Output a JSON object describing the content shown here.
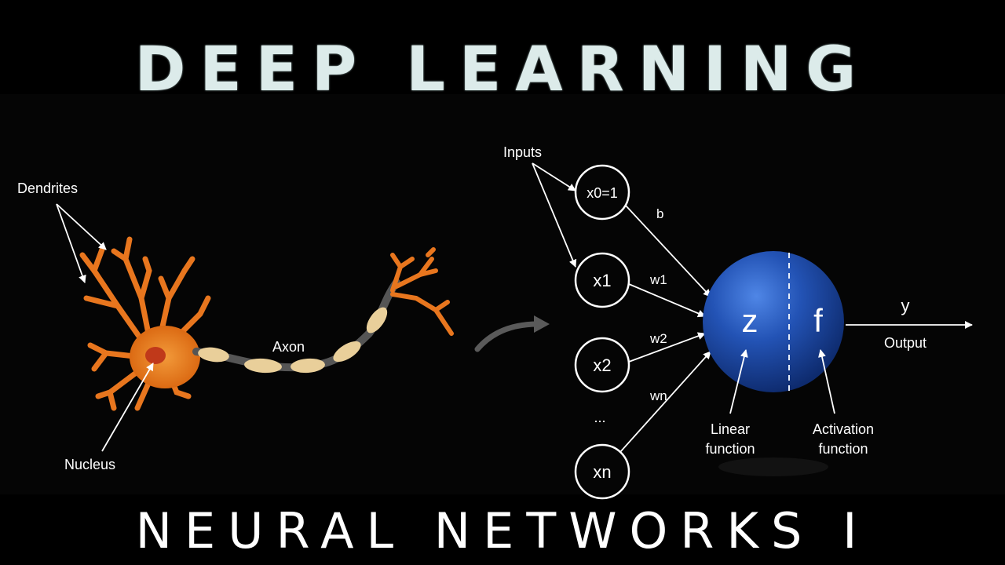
{
  "header": {
    "title": "DEEP LEARNING"
  },
  "footer": {
    "title": "NEURAL NETWORKS I"
  },
  "neuron": {
    "labels": {
      "dendrites": "Dendrites",
      "axon": "Axon",
      "nucleus": "Nucleus"
    }
  },
  "perceptron": {
    "inputs_label": "Inputs",
    "nodes": [
      "x0=1",
      "x1",
      "x2",
      "xn"
    ],
    "ellipsis": "...",
    "weights": [
      "b",
      "w1",
      "w2",
      "wn"
    ],
    "sum_symbol": "z",
    "activation_symbol": "f",
    "output_symbol": "y",
    "output_label": "Output",
    "linear_label": [
      "Linear",
      "function"
    ],
    "activation_label": [
      "Activation",
      "function"
    ]
  },
  "colors": {
    "background": "#050505",
    "title_top": "#dcebea",
    "neuron_orange": "#e8761e",
    "axon_segment": "#e9cf9a",
    "sphere_blue": "#1f4fb0"
  }
}
